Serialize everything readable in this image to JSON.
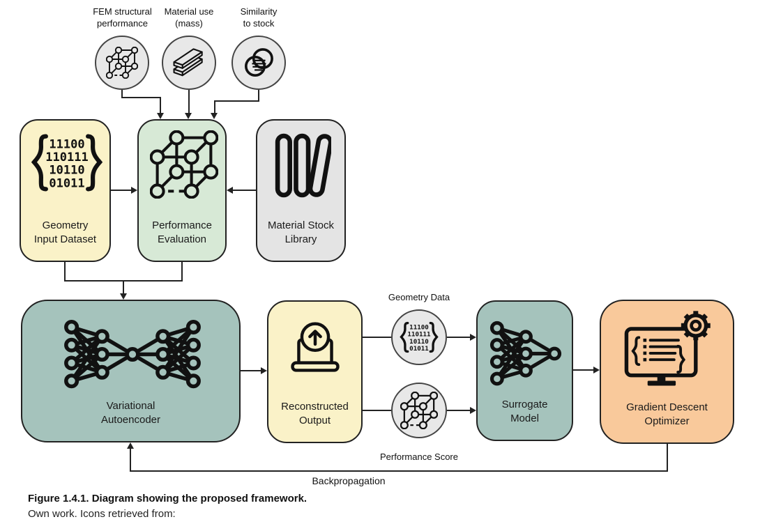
{
  "diagram": {
    "top_criteria": [
      {
        "line1": "FEM structural",
        "line2": "performance",
        "icon": "lattice-icon"
      },
      {
        "line1": "Material use",
        "line2": "(mass)",
        "icon": "material-planks-icon"
      },
      {
        "line1": "Similarity",
        "line2": "to stock",
        "icon": "venn-overlap-icon"
      }
    ],
    "boxes": {
      "geometry_input": {
        "line1": "Geometry",
        "line2": "Input Dataset",
        "fill": "#FAF2C8",
        "icon": "binary-data-icon"
      },
      "performance_evaluation": {
        "line1": "Performance",
        "line2": "Evaluation",
        "fill": "#D7E9D6",
        "icon": "lattice-icon"
      },
      "material_stock": {
        "line1": "Material Stock",
        "line2": "Library",
        "fill": "#E4E4E4",
        "icon": "books-icon"
      },
      "variational_autoencoder": {
        "line1": "Variational",
        "line2": "Autoencoder",
        "fill": "#A5C3BC",
        "icon": "autoencoder-network-icon"
      },
      "reconstructed_output": {
        "line1": "Reconstructed",
        "line2": "Output",
        "fill": "#FAF2C8",
        "icon": "laptop-upload-icon"
      },
      "surrogate_model": {
        "line1": "Surrogate",
        "line2": "Model",
        "fill": "#A5C3BC",
        "icon": "network-funnel-icon"
      },
      "gradient_descent_optimizer": {
        "line1": "Gradient Descent",
        "line2": "Optimizer",
        "fill": "#F9C99B",
        "icon": "monitor-code-gear-icon"
      }
    },
    "data_circles": [
      {
        "label": "Geometry Data",
        "icon": "binary-data-icon"
      },
      {
        "label": "Performance Score",
        "icon": "lattice-icon"
      }
    ],
    "binary_rows": [
      "11100",
      "110111",
      "10110",
      "01011"
    ],
    "backprop_label": "Backpropagation",
    "colors": {
      "circle_fill": "#E8E8E8",
      "connector": "#222222",
      "icon_stroke": "#111111",
      "border": "#222222"
    }
  },
  "caption": {
    "title": "Figure 1.4.1. Diagram showing the proposed framework.",
    "credit": "Own work. Icons retrieved from:"
  }
}
